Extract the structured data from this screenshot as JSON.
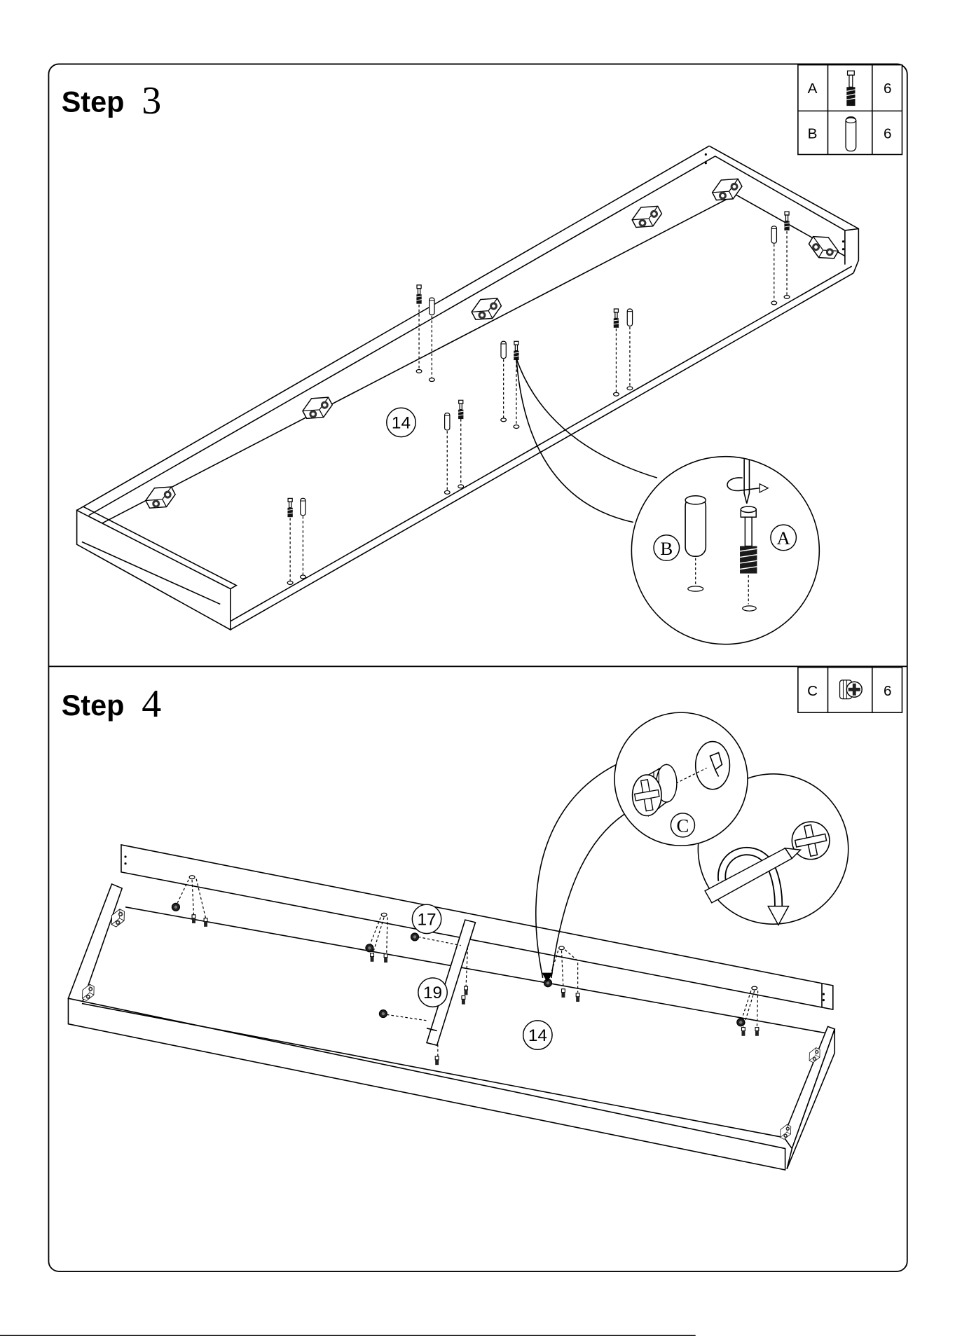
{
  "steps": [
    {
      "label": "Step",
      "number": "3",
      "parts": [
        {
          "letter": "A",
          "icon": "cam-bolt-icon",
          "qty": "6"
        },
        {
          "letter": "B",
          "icon": "wooden-dowel-icon",
          "qty": "6"
        }
      ],
      "callouts": {
        "panel": "14",
        "dowel": "B",
        "cam_bolt": "A"
      }
    },
    {
      "label": "Step",
      "number": "4",
      "parts": [
        {
          "letter": "C",
          "icon": "cam-lock-icon",
          "qty": "6"
        }
      ],
      "callouts": {
        "rail": "17",
        "divider": "19",
        "panel": "14",
        "cam_lock": "C"
      }
    }
  ]
}
